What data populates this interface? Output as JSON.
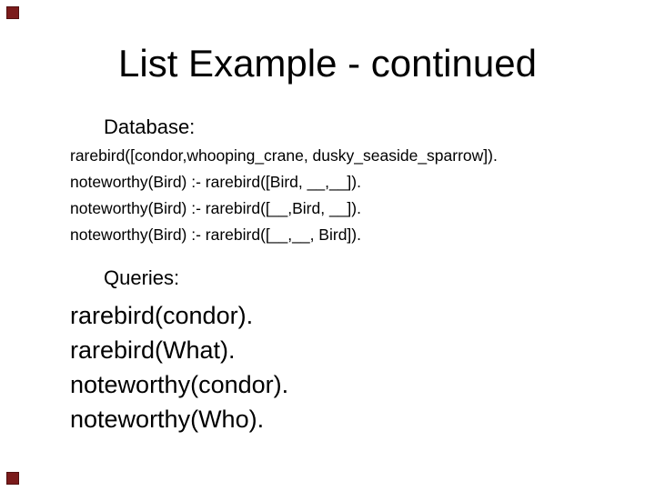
{
  "slide": {
    "title": "List Example - continued",
    "accent_color": "#7b1b1b",
    "background_color": "#ffffff",
    "text_color": "#000000",
    "database": {
      "label": "Database:",
      "lines": [
        "rarebird([condor,whooping_crane, dusky_seaside_sparrow]).",
        "noteworthy(Bird) :- rarebird([Bird, __,__]).",
        "noteworthy(Bird) :- rarebird([__,Bird, __]).",
        "noteworthy(Bird) :- rarebird([__,__, Bird])."
      ]
    },
    "queries": {
      "label": "Queries:",
      "lines": [
        "rarebird(condor).",
        "rarebird(What).",
        "noteworthy(condor).",
        "noteworthy(Who)."
      ]
    }
  }
}
